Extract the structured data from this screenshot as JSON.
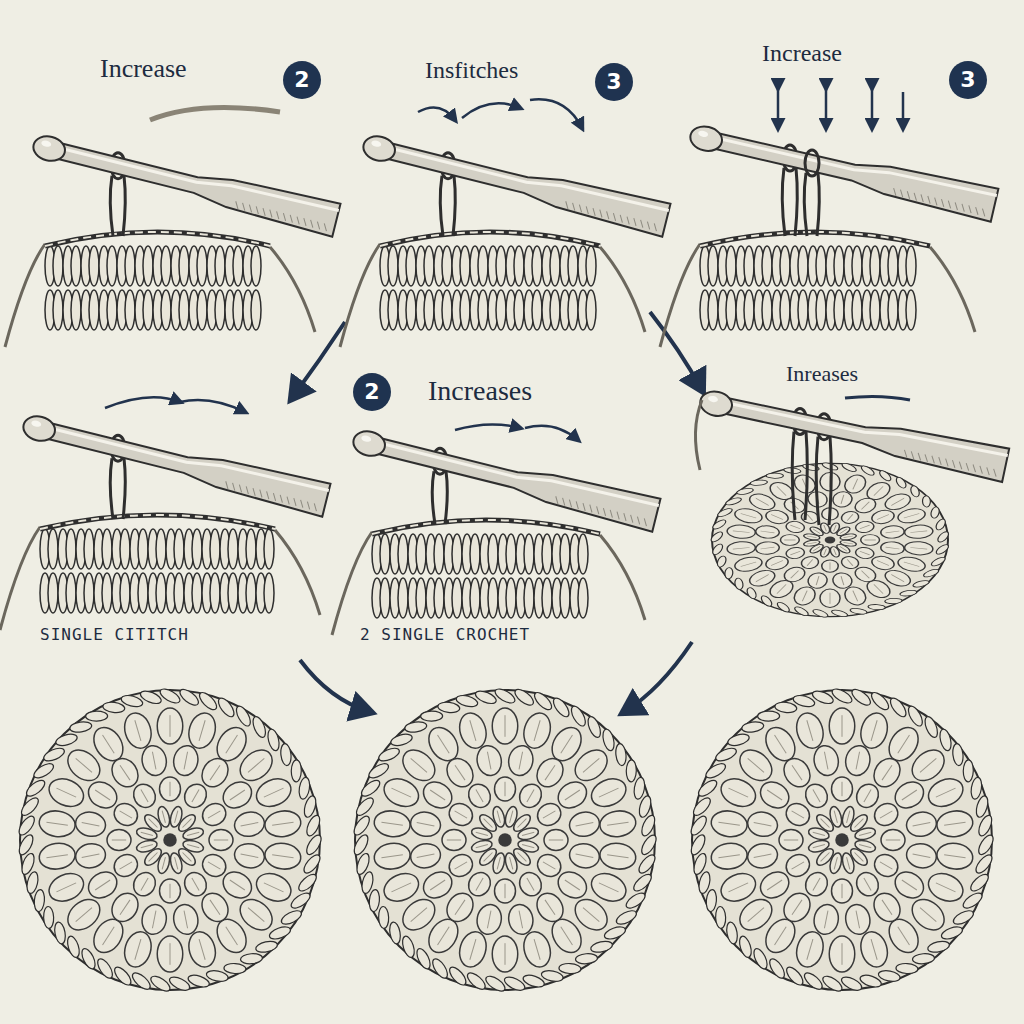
{
  "diagram": {
    "nodes": [
      {
        "text": [
          "2"
        ]
      },
      {
        "text": [
          "3"
        ]
      },
      {
        "text": [
          "3"
        ]
      },
      {
        "text": [
          "2"
        ]
      }
    ],
    "labels": [
      "Increase",
      "Insfitches",
      "Increase",
      "Increases",
      "Inreases",
      "SINGLE CITITCH",
      "2 SINGLE CROCHET"
    ]
  }
}
